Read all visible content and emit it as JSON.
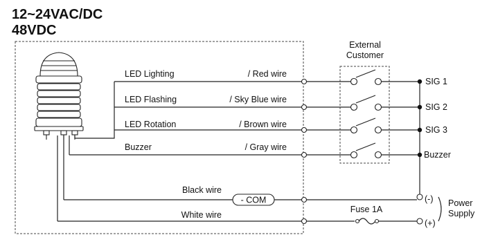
{
  "title": {
    "line1": "12~24VAC/DC",
    "line2": "48VDC"
  },
  "external_customer": {
    "line1": "External",
    "line2": "Customer"
  },
  "signal_lines": [
    {
      "name": "LED Lighting",
      "wire": "/ Red wire",
      "output": "SIG 1"
    },
    {
      "name": "LED Flashing",
      "wire": "/ Sky Blue wire",
      "output": "SIG 2"
    },
    {
      "name": "LED Rotation",
      "wire": "/ Brown wire",
      "output": "SIG 3"
    },
    {
      "name": "Buzzer",
      "wire": "/ Gray wire",
      "output": "Buzzer"
    }
  ],
  "power": {
    "black_wire": "Black wire",
    "com": "- COM",
    "white_wire": "White wire",
    "fuse": "Fuse 1A",
    "minus": "(-)",
    "plus": "(+)",
    "supply_line1": "Power",
    "supply_line2": "Supply"
  }
}
